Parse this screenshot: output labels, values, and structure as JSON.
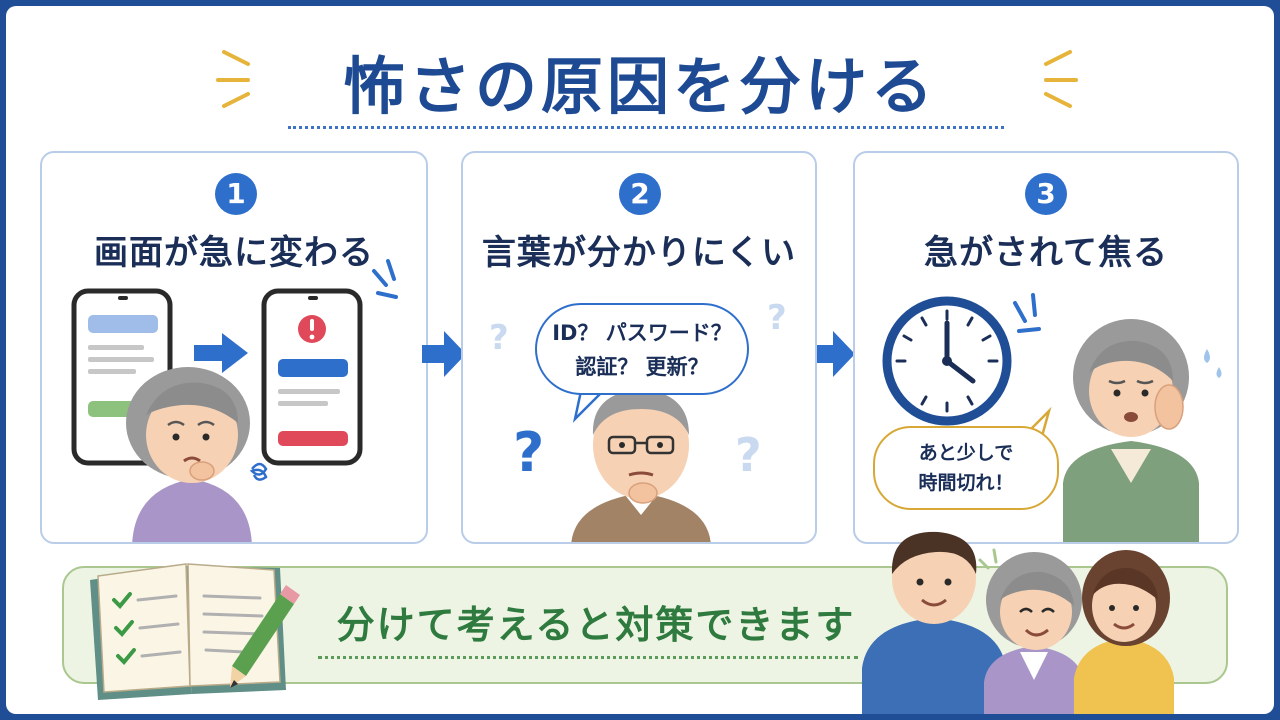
{
  "title": "怖さの原因を分ける",
  "steps": [
    {
      "number": "1",
      "title": "画面が急に変わる"
    },
    {
      "number": "2",
      "title": "言葉が分かりにくい",
      "bubble_line1": "ID？ パスワード？",
      "bubble_line2": "認証？ 更新？"
    },
    {
      "number": "3",
      "title": "急がされて焦る",
      "bubble_line1": "あと少しで",
      "bubble_line2": "時間切れ！"
    }
  ],
  "banner": {
    "text": "分けて考えると対策できます"
  },
  "icons": {
    "phone_before": "smartphone-icon",
    "phone_after": "smartphone-alert-icon",
    "arrow": "arrow-right-icon",
    "question": "question-mark-icon",
    "clock": "clock-icon",
    "book": "checklist-notebook-icon",
    "pencil": "pencil-icon"
  },
  "colors": {
    "title": "#1d4a93",
    "accent_blue": "#2f6fcc",
    "card_border": "#b9cde8",
    "banner_bg": "#eef4e4",
    "banner_text": "#2f7a3e",
    "alert_red": "#e0495a",
    "spark_yellow": "#e6b43a"
  }
}
